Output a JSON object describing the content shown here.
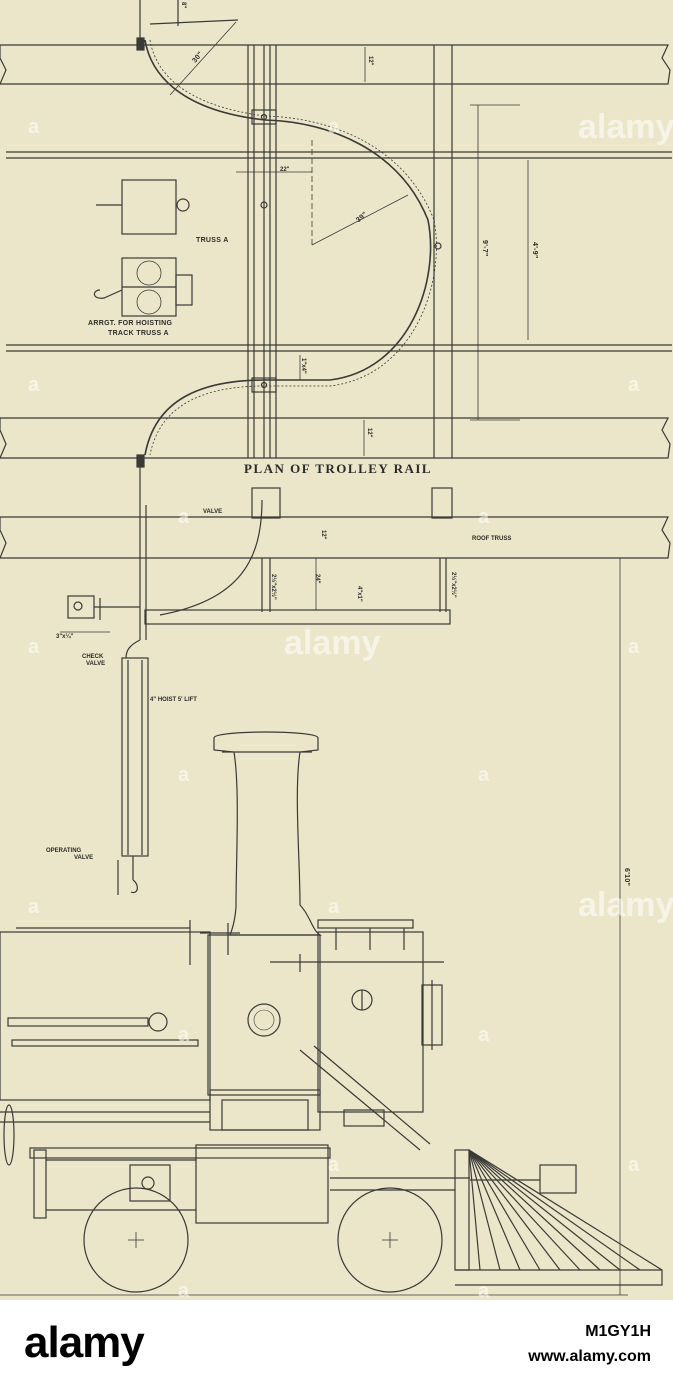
{
  "drawing": {
    "plan_title": "PLAN OF TROLLEY RAIL",
    "labels": {
      "truss_a": "TRUSS A",
      "arrgt": "ARRGT. FOR HOISTING",
      "track_truss": "TRACK TRUSS A",
      "valve": "VALVE",
      "roof_truss": "ROOF TRUSS",
      "check_valve_1": "CHECK",
      "check_valve_2": "VALVE",
      "hoist": "4\" HOIST 5' LIFT",
      "operating_valve_1": "OPERATING",
      "operating_valve_2": "VALVE"
    },
    "dimensions": {
      "top_8": "8\"",
      "radius_30": "30\"",
      "beam_12_top": "12\"",
      "beam_12_bottom": "12\"",
      "gap_22": "22\"",
      "radius_39": "39\"",
      "span_9_7": "9'-7\"",
      "span_4_9": "4'-9\"",
      "rail_size": "1\"x4\"",
      "elev_12": "12\"",
      "bar_2half": "2½\"x2½\"",
      "elev_24": "24\"",
      "bar_4x1": "4\"x1\"",
      "bar_right": "2½\"x2½\"",
      "small_3x": "3\"x¼\"",
      "height_6_10": "6'10\""
    }
  },
  "watermarks": {
    "text": "alamy",
    "single": "a"
  },
  "footer": {
    "brand": "alamy",
    "image_id": "M1GY1H",
    "site": "www.alamy.com"
  }
}
